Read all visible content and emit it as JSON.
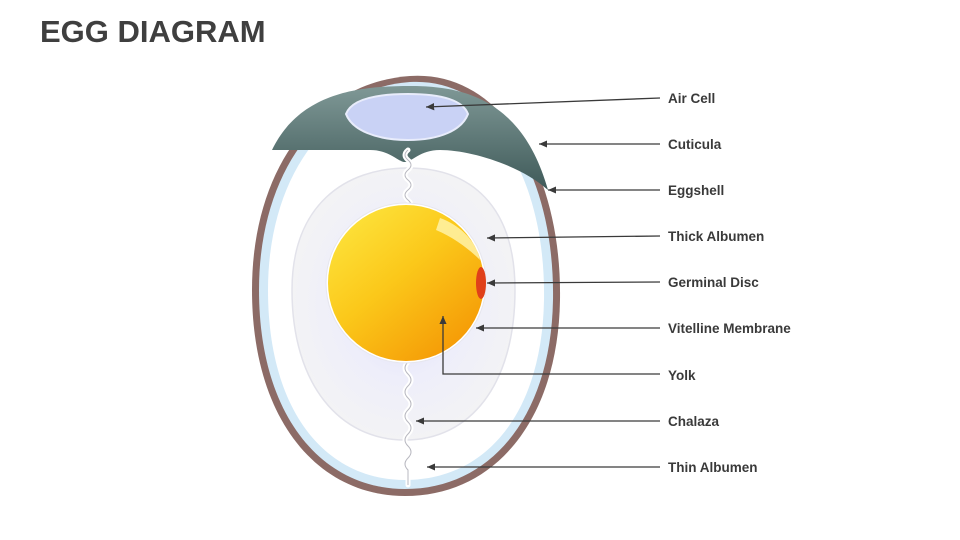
{
  "title": "EGG DIAGRAM",
  "labels": [
    {
      "id": "air-cell",
      "text": "Air Cell"
    },
    {
      "id": "cuticula",
      "text": "Cuticula"
    },
    {
      "id": "eggshell",
      "text": "Eggshell"
    },
    {
      "id": "thick-albumen",
      "text": "Thick Albumen"
    },
    {
      "id": "germinal-disc",
      "text": "Germinal Disc"
    },
    {
      "id": "vitelline-membrane",
      "text": "Vitelline Membrane"
    },
    {
      "id": "yolk",
      "text": "Yolk"
    },
    {
      "id": "chalaza",
      "text": "Chalaza"
    },
    {
      "id": "thin-albumen",
      "text": "Thin Albumen"
    }
  ],
  "colors": {
    "shell_outer": "#8c6b66",
    "shell_membrane": "#cfe6f5",
    "air_cell": "#c9d2f5",
    "air_cell_band": "#55706f",
    "thick_albumen": "#ececee",
    "yolk": "#f9c416",
    "germinal_disc": "#e0401a",
    "arrow": "#3a3a3a"
  }
}
